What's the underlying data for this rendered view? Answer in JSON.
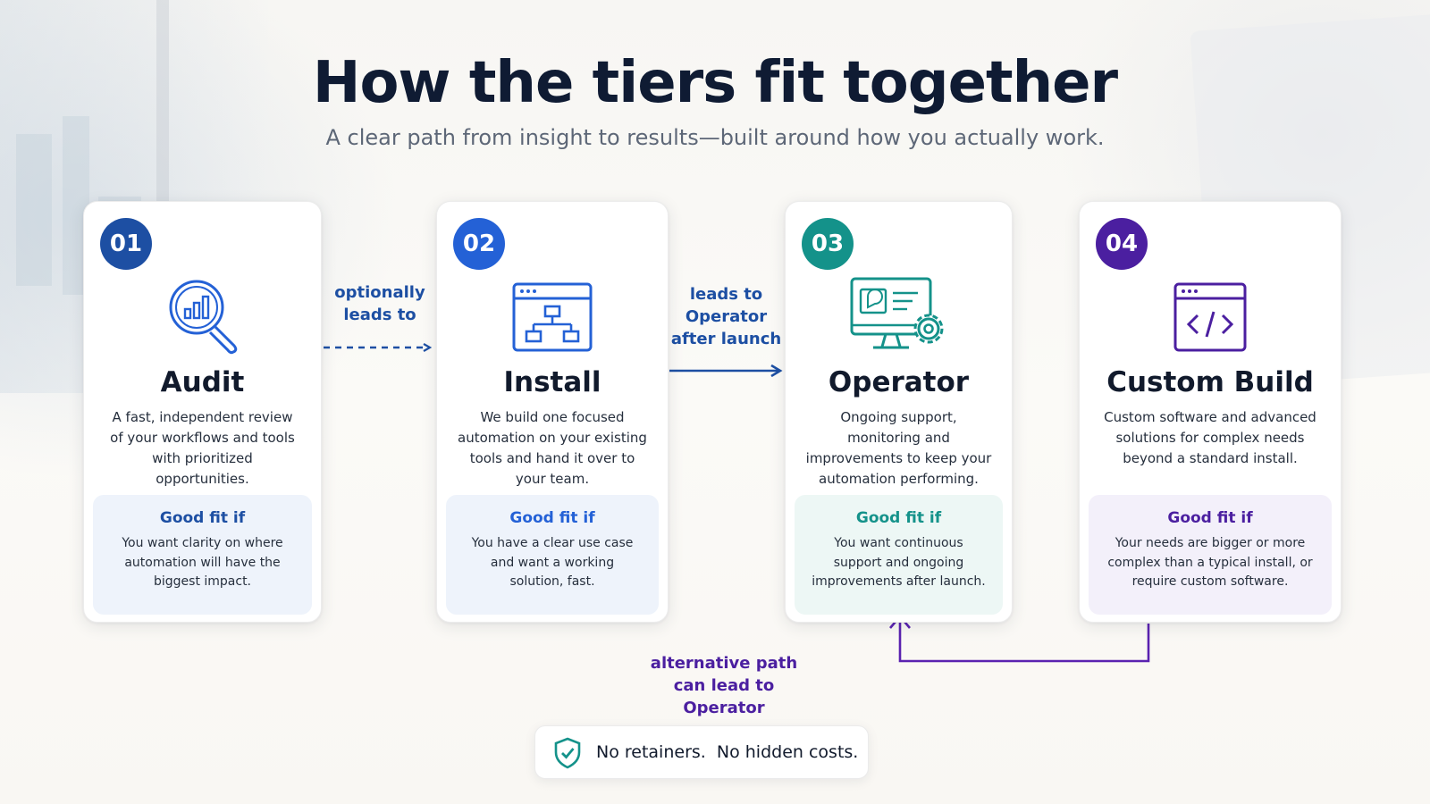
{
  "title": "How the tiers fit together",
  "subtitle": "A clear path from insight to results—built around how you actually work.",
  "colors": {
    "audit": "#1d4fa3",
    "install": "#2461d6",
    "operator": "#14928a",
    "custom": "#4b1fa0",
    "purple_arrow": "#5a22b0"
  },
  "tiers": [
    {
      "number": "01",
      "icon": "magnifier-chart-icon",
      "name": "Audit",
      "description": "A fast, independent review of your workflows and tools with prioritized opportunities.",
      "fit_heading": "Good fit if",
      "fit_text": "You want clarity on where automation will have the biggest impact."
    },
    {
      "number": "02",
      "icon": "workflow-window-icon",
      "name": "Install",
      "description": "We build one focused automation on your existing tools and hand it over to your team.",
      "fit_heading": "Good fit if",
      "fit_text": "You have a clear use case and want a working solution, fast."
    },
    {
      "number": "03",
      "icon": "monitor-gear-icon",
      "name": "Operator",
      "description": "Ongoing support, monitoring and improvements to keep your automation performing.",
      "fit_heading": "Good fit if",
      "fit_text": "You want continuous support and ongoing improvements after launch."
    },
    {
      "number": "04",
      "icon": "code-window-icon",
      "name": "Custom Build",
      "description": "Custom software and advanced solutions for complex needs beyond a standard install.",
      "fit_heading": "Good fit if",
      "fit_text": "Your needs are bigger or more complex than a typical install, or require custom software."
    }
  ],
  "connectors": {
    "audit_install": "optionally leads to",
    "install_operator": "leads to Operator after launch",
    "custom_operator": "alternative path can lead to Operator"
  },
  "footer": {
    "icon": "shield-check-icon",
    "text": "No retainers.  No hidden costs."
  }
}
